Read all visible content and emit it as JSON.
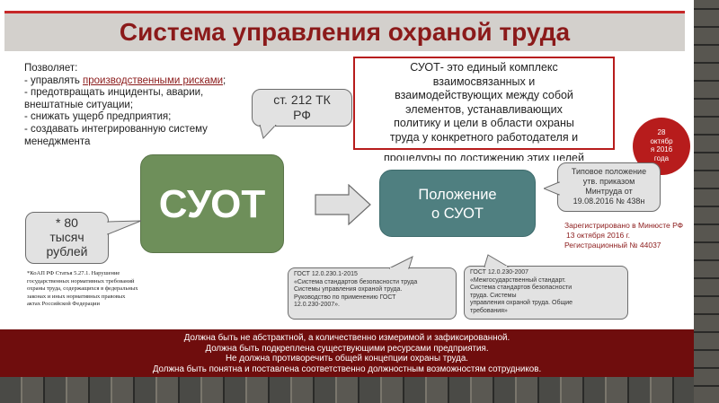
{
  "title": "Система управления охраной труда",
  "allows": {
    "heading": "Позволяет:",
    "line1_prefix": "- управлять ",
    "line1_link": "производственными рисками",
    "line1_suffix": ";",
    "line2": "- предотвращать инциденты, аварии,",
    "line3": "внештатные ситуации;",
    "line4": "- снижать ущерб предприятия;",
    "line5": "- создавать интегрированную систему",
    "line6": "менеджмента"
  },
  "art212": {
    "line1": "ст. 212 ТК",
    "line2": "РФ"
  },
  "suot_definition": {
    "lines": [
      "СУОТ- это единый комплекс",
      "взаимосвязанных и",
      "взаимодействующих между собой",
      "элементов, устанавливающих",
      "политику и цели в области  охраны",
      "труда у конкретного работодателя и"
    ],
    "cut_line": "процедуры по достижению этих целей"
  },
  "date_circle": {
    "line1": "28",
    "line2": "октябр",
    "line3": "я 2016",
    "line4": "года"
  },
  "suot_box": "СУОТ",
  "polozhenie": {
    "line1": "Положение",
    "line2": "о СУОТ"
  },
  "tipovoe": {
    "line1": "Типовое положение",
    "line2": "утв. приказом",
    "line3": "Минтруда от",
    "line4": "19.08.2016 № 438н"
  },
  "registered": {
    "line1": "Зарегистрировано в Минюсте РФ",
    "line2": "13 октября 2016 г.",
    "line3": "Регистрационный № 44037"
  },
  "fine": {
    "line1": "* 80",
    "line2": "тысяч",
    "line3": "рублей"
  },
  "footnote": {
    "lines": [
      "*КоАП РФ Статья 5.27.1. Нарушение",
      "государственных нормативных требований",
      "охраны труда, содержащихся в федеральных",
      "законах и иных нормативных правовых",
      "актах Российской Федерации"
    ]
  },
  "gost1": {
    "lines": [
      "ГОСТ 12.0.230.1-2015",
      "«Система стандартов безопасности труда",
      "Системы управления охраной труда.",
      "Руководство по применению ГОСТ",
      "12.0.230-2007»."
    ]
  },
  "gost2": {
    "lines": [
      "ГОСТ 12.0.230-2007",
      "«Межгосударственный стандарт.",
      "Система стандартов безопасности",
      "труда. Системы",
      "управления охраной труда. Общие",
      "требования»"
    ]
  },
  "bottom_bar": {
    "lines": [
      "Должна быть не абстрактной, а количественно измеримой и зафиксированной.",
      "Должна быть подкреплена существующими ресурсами предприятия.",
      "Не должна противоречить общей концепции охраны труда.",
      "Должна быть понятна и поставлена соответственно должностным возможностям сотрудников."
    ]
  },
  "colors": {
    "title_text": "#8b1a1a",
    "accent_red": "#b71c1c",
    "suot_green": "#6e8f5a",
    "polozhenie_teal": "#4f7f80",
    "bottom_bar": "#6f0d0d",
    "callout_gray": "#e2e2e2"
  }
}
